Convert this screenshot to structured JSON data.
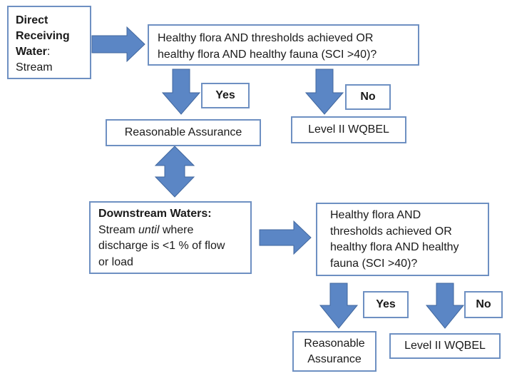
{
  "diagram": {
    "colors": {
      "border": "#6e90c2",
      "arrow_fill": "#5b86c5",
      "arrow_stroke": "#41679e"
    },
    "direct_water": {
      "title_line1": "Direct",
      "title_line2": "Receiving",
      "title_line3": "Water",
      "colon": ":",
      "subtitle": "Stream"
    },
    "question1": {
      "line1": "Healthy flora AND thresholds achieved OR",
      "line2": "healthy flora AND healthy fauna (SCI >40)?"
    },
    "yes1": "Yes",
    "no1": "No",
    "assurance1": "Reasonable Assurance",
    "wqbel1": "Level II WQBEL",
    "downstream": {
      "title": "Downstream Waters:",
      "line1_pre": "Stream ",
      "line1_em": "until",
      "line1_post": " where",
      "line2": "discharge is <1 % of flow",
      "line3": "or load"
    },
    "question2": {
      "line1": "Healthy flora AND",
      "line2": "thresholds achieved OR",
      "line3": "healthy flora AND healthy",
      "line4": "fauna (SCI >40)?"
    },
    "yes2": "Yes",
    "no2": "No",
    "assurance2": {
      "line1": "Reasonable",
      "line2": "Assurance"
    },
    "wqbel2": "Level II WQBEL"
  }
}
